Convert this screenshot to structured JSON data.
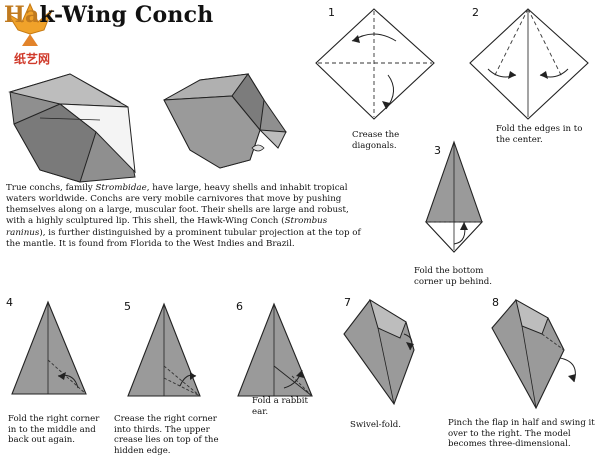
{
  "title": "Hawk-Wing Conch",
  "title_parts": {
    "a": "Ha",
    "b": "k-Wing Conch"
  },
  "watermark": "纸艺网",
  "intro": {
    "p1": "True conchs, family ",
    "family": "Strombidae",
    "p2": ", have large, heavy shells and inhabit tropical waters worldwide. Conchs are very mobile carnivores that move by pushing themselves along on a large, muscular foot. Their shells are large and robust, with a highly sculptured lip. This shell, the Hawk-Wing Conch (",
    "species": "Strombus raninus",
    "p3": "), is further distinguished by a prominent tubular projection at the top of the mantle. It is found from Florida to the West Indies and Brazil."
  },
  "steps": [
    {
      "number": "1",
      "caption": "Crease the diagonals."
    },
    {
      "number": "2",
      "caption": "Fold the edges in to the center."
    },
    {
      "number": "3",
      "caption": "Fold the bottom corner up behind."
    },
    {
      "number": "4",
      "caption": "Fold the right corner in to the middle and back out again."
    },
    {
      "number": "5",
      "caption": "Crease the right corner into thirds. The upper crease lies on top of the hidden edge."
    },
    {
      "number": "6",
      "caption": "Fold a rabbit ear."
    },
    {
      "number": "7",
      "caption": "Swivel-fold."
    },
    {
      "number": "8",
      "caption": "Pinch the flap in half and swing it over to the right. The model becomes three-dimensional."
    }
  ],
  "colors": {
    "paper_gray": "#9a9a9a",
    "paper_dark": "#6f6f6f",
    "paper_white": "#ffffff",
    "logo_orange": "#f0a22a",
    "logo_red": "#d03a2b"
  }
}
